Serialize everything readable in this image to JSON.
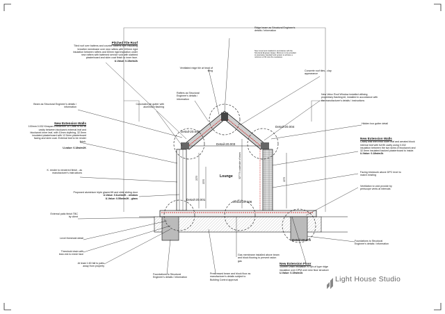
{
  "brand": {
    "name": "Light House",
    "suffix": "Studio"
  },
  "detail_labels": {
    "d2002": "Detail-20.002",
    "d2003": "Detail-20.003",
    "d2004": "Detail-20.004",
    "d2001": "Detail-20.001",
    "d2006": "Detail-20.006",
    "d2005": "Detail-20.005"
  },
  "room_label": "Lounge",
  "dims": {
    "left": "2275",
    "left_low": "2070",
    "right": "2275",
    "center": "3277 To underside of beam"
  },
  "notes": {
    "roof": {
      "heading": "Pitched Tile Roof",
      "body": "Tiled roof over battens and counter battens with insulating breather membrane over new rafters with 100mm rigid insulation between rafters and 60mm rigid insulation under new rafters with battened service void with slabbed plasterboard and skim coat finish to inner face.",
      "uvalue": "U-Value: 0.15w/m2k"
    },
    "ridge": "Ridge beam as Structural Engineer's details / information",
    "ridge_sub": "New movement installed in accordance with the Structural Engineer design. Minimum to be provided to proprietary standard and system to achieve a minimum of 30 mins fire resistance",
    "vent_ridge": "Ventilated ridge tile at head of tiling",
    "beam_left": "Beam as Structural Engineer's details / information",
    "gutter_left": "Concealed pin gutter with aluminium flashing",
    "rafters": "Rafters as Structural Engineer's details / information",
    "concrete_tiles": "Concrete roof tiles - clay appearance",
    "velux": "New Velux Roof Window installed utilising proprietary flashing kit, installed in accordance with the manufacturer's details / instructions",
    "ext_walls_left": {
      "heading": "New Extension Walls",
      "body": "100mm 0.032 Kinspan Enthacrom 30 Catfill to full fill cavity between blockwork external leaf and blockwork inner leaf, with 10mm drylining, 32.5mm insulated plasterboard with 12.5mm plasterboard facing and skim coat. External leaf to be render finish.",
      "uvalue": "U-value: 0.18w/m2K"
    },
    "render": "K. render to rendered finish - as manufacturer's instructions",
    "hidden_box": "Hidden box gutter detail",
    "ext_walls_right": {
      "heading": "New Extension Walls",
      "body": "Cavity wall with brick outer leaf and aerated block internal leaf with full fill cavity using 0.032 insulation between the two skins of blockwork and 32.5mm insulated backed plasterboard to inside.",
      "uvalue": "U-Value: 0.18w/m2k"
    },
    "glazing": {
      "body": "Proposed aluminium triple glazed lift and slide sliding door",
      "uv1": "U-Value: 0.8-w/m2K - window",
      "uv2": "U-Value: 0.55w/m2K - glass"
    },
    "facing": "Facing brickwork above DPC level to match existing",
    "ventilation": "Ventilation to void provide by periscope vents at intervals",
    "patio": "External patio finish TBC by client",
    "level_threshold": "Level threshold detail",
    "drain": "Threshold drain with lean-mix to mesh face",
    "fall": "At least 1:60 fall to patio away from property",
    "found_left": "Foundations to Structural Engineer's details / information",
    "gas": "Gas membrane installed above beam and block flooring to prevent radon gas",
    "beam_block": "Prestressed beam and block floor as manufacturer's details subject to Building Control approval",
    "floor": {
      "heading": "New Extension Floor",
      "body": "100mm Unilin Insulation XT/pir-of type ridge insulation over DPM over new floor structure",
      "uvalue": "U-Value: 0.15w/m2k"
    },
    "found_right": "Foundations to Structural Engineer's details / information"
  }
}
